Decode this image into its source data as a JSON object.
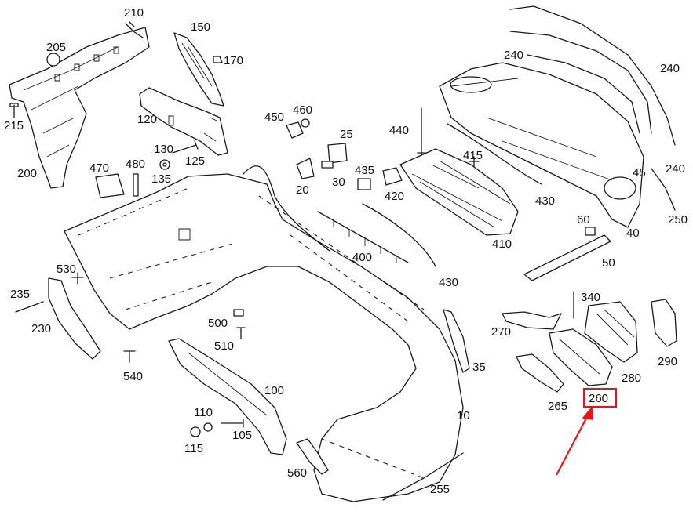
{
  "diagram": {
    "labels": [
      {
        "id": "l210",
        "text": "210"
      },
      {
        "id": "l150",
        "text": "150"
      },
      {
        "id": "l205",
        "text": "205"
      },
      {
        "id": "l170",
        "text": "170"
      },
      {
        "id": "l215",
        "text": "215"
      },
      {
        "id": "l200",
        "text": "200"
      },
      {
        "id": "l120",
        "text": "120"
      },
      {
        "id": "l130",
        "text": "130"
      },
      {
        "id": "l125",
        "text": "125"
      },
      {
        "id": "l135",
        "text": "135"
      },
      {
        "id": "l470",
        "text": "470"
      },
      {
        "id": "l480",
        "text": "480"
      },
      {
        "id": "l450",
        "text": "450"
      },
      {
        "id": "l460",
        "text": "460"
      },
      {
        "id": "l25",
        "text": "25"
      },
      {
        "id": "l20",
        "text": "20"
      },
      {
        "id": "l30",
        "text": "30"
      },
      {
        "id": "l440",
        "text": "440"
      },
      {
        "id": "l435",
        "text": "435"
      },
      {
        "id": "l420",
        "text": "420"
      },
      {
        "id": "l415",
        "text": "415"
      },
      {
        "id": "l400",
        "text": "400"
      },
      {
        "id": "l410",
        "text": "410"
      },
      {
        "id": "l430a",
        "text": "430"
      },
      {
        "id": "l430b",
        "text": "430"
      },
      {
        "id": "l240a",
        "text": "240"
      },
      {
        "id": "l240b",
        "text": "240"
      },
      {
        "id": "l240c",
        "text": "240"
      },
      {
        "id": "l45",
        "text": "45"
      },
      {
        "id": "l250",
        "text": "250"
      },
      {
        "id": "l60",
        "text": "60"
      },
      {
        "id": "l40",
        "text": "40"
      },
      {
        "id": "l50",
        "text": "50"
      },
      {
        "id": "l530",
        "text": "530"
      },
      {
        "id": "l235",
        "text": "235"
      },
      {
        "id": "l230",
        "text": "230"
      },
      {
        "id": "l540",
        "text": "540"
      },
      {
        "id": "l500",
        "text": "500"
      },
      {
        "id": "l510",
        "text": "510"
      },
      {
        "id": "l100",
        "text": "100"
      },
      {
        "id": "l110",
        "text": "110"
      },
      {
        "id": "l105",
        "text": "105"
      },
      {
        "id": "l115",
        "text": "115"
      },
      {
        "id": "l560",
        "text": "560"
      },
      {
        "id": "l10",
        "text": "10"
      },
      {
        "id": "l255",
        "text": "255"
      },
      {
        "id": "l35",
        "text": "35"
      },
      {
        "id": "l340",
        "text": "340"
      },
      {
        "id": "l270",
        "text": "270"
      },
      {
        "id": "l290",
        "text": "290"
      },
      {
        "id": "l280",
        "text": "280"
      },
      {
        "id": "l265",
        "text": "265"
      },
      {
        "id": "l260",
        "text": "260"
      }
    ],
    "highlight": {
      "label": "260",
      "color": "#e8141b"
    }
  }
}
